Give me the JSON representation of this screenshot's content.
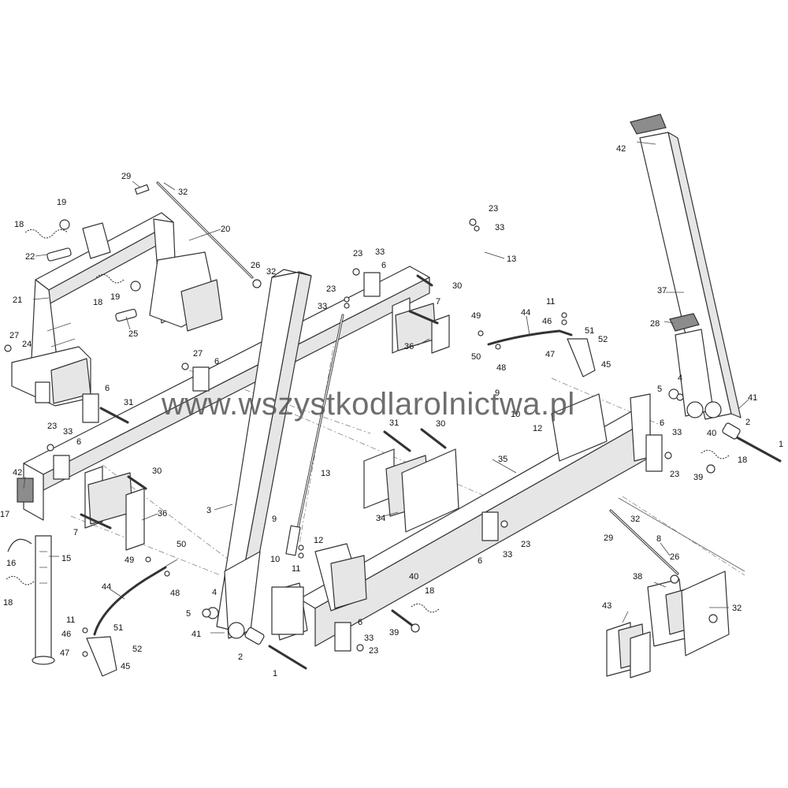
{
  "watermark": {
    "text": "www.wszystkodlarolnictwa.pl"
  },
  "colors": {
    "line": "#333333",
    "shade": "#e6e6e6",
    "cap": "#8c8c8c",
    "callout": "#111111"
  },
  "callouts": [
    "29",
    "32",
    "18",
    "19",
    "20",
    "22",
    "21",
    "26",
    "32",
    "18",
    "19",
    "25",
    "27",
    "24",
    "27",
    "6",
    "6",
    "31",
    "23",
    "33",
    "6",
    "42",
    "30",
    "36",
    "7",
    "17",
    "16",
    "15",
    "18",
    "3",
    "23",
    "33",
    "6",
    "23",
    "33",
    "30",
    "7",
    "36",
    "13",
    "9",
    "10",
    "12",
    "11",
    "31",
    "30",
    "34",
    "35",
    "23",
    "33",
    "13",
    "11",
    "44",
    "46",
    "49",
    "51",
    "50",
    "48",
    "52",
    "47",
    "45",
    "9",
    "10",
    "12",
    "42",
    "37",
    "28",
    "4",
    "5",
    "41",
    "2",
    "1",
    "40",
    "6",
    "33",
    "23",
    "18",
    "39",
    "29",
    "32",
    "8",
    "6",
    "33",
    "23",
    "26",
    "38",
    "32",
    "43",
    "40",
    "18",
    "39",
    "6",
    "33",
    "23",
    "2",
    "1",
    "4",
    "5",
    "41",
    "49",
    "50",
    "48",
    "44",
    "11",
    "46",
    "51",
    "52",
    "47",
    "45"
  ]
}
